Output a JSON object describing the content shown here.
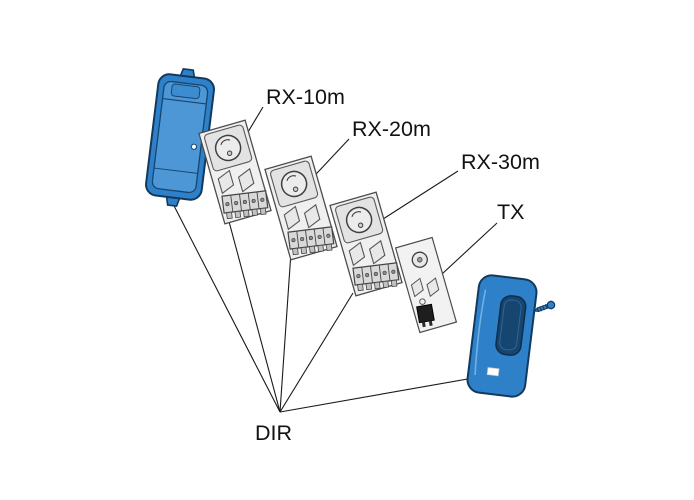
{
  "diagram": {
    "labels": {
      "rx10": "RX-10m",
      "rx20": "RX-20m",
      "rx30": "RX-30m",
      "tx": "TX",
      "dir": "DIR"
    },
    "colors": {
      "housing_blue": "#2E81C8",
      "housing_blue_light": "#4E97D6",
      "housing_dark_outline": "#123A5E",
      "lens_window_navy": "#16456F",
      "board_grey": "#F0F0F0",
      "board_outline": "#4D4D4D",
      "line_black": "#1A1A1A"
    },
    "icons": {
      "rear_housing": "photocell-rear-housing",
      "rx_board": "receiver-circuit-board",
      "tx_board": "transmitter-circuit-board",
      "front_cover": "photocell-front-cover",
      "screw": "fixing-screw"
    }
  }
}
